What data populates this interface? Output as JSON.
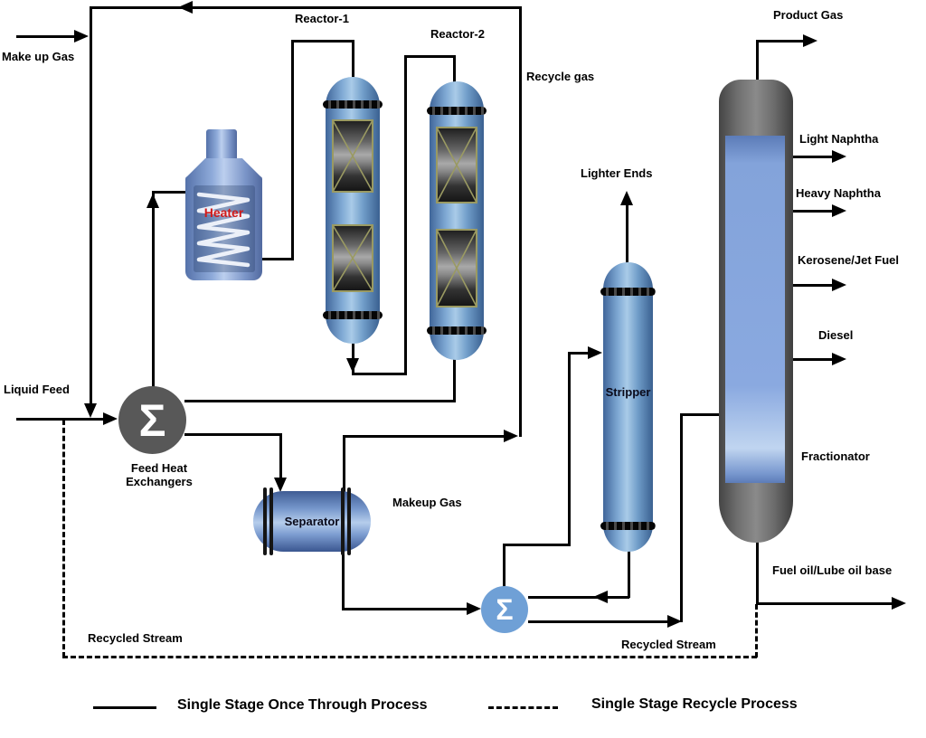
{
  "diagram": {
    "labels": {
      "make_up_gas": "Make up Gas",
      "liquid_feed": "Liquid Feed",
      "heater": "Heater",
      "reactor1": "Reactor-1",
      "reactor2": "Reactor-2",
      "recycle_gas": "Recycle gas",
      "feed_heat_exchangers": "Feed Heat\nExchangers",
      "separator": "Separator",
      "makeup_gas": "Makeup Gas",
      "lighter_ends": "Lighter Ends",
      "stripper": "Stripper",
      "fractionator": "Fractionator",
      "product_gas": "Product Gas",
      "light_naphtha": "Light Naphtha",
      "heavy_naphtha": "Heavy Naphtha",
      "kerosene_jet_fuel": "Kerosene/Jet Fuel",
      "diesel": "Diesel",
      "fuel_oil_lube": "Fuel oil/Lube oil base",
      "recycled_stream_left": "Recycled Stream",
      "recycled_stream_right": "Recycled Stream",
      "exchanger_symbol": "Σ",
      "mixer_symbol": "Σ"
    },
    "legend": {
      "solid_label": "Single Stage Once Through Process",
      "dashed_label": "Single Stage Recycle Process"
    },
    "colors": {
      "line": "#000000",
      "vessel_blue": "#7fa9d4",
      "heater_label_red": "#d11a1a",
      "exchanger_gray": "#585858",
      "mixer_blue": "#6fa0d6",
      "fractionator_gray": "#6b6b6b",
      "bed_outline": "#9a9a62"
    }
  }
}
